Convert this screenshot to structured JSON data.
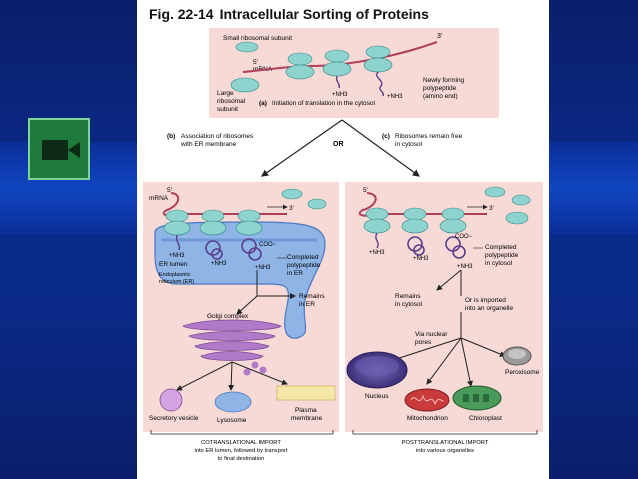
{
  "figure": {
    "number": "Fig. 22-14",
    "title": "Intracellular Sorting of Proteins"
  },
  "panel_a": {
    "small_subunit": "Small ribosomal subunit",
    "three_prime": "3′",
    "five_prime": "5′",
    "mrna": "mRNA",
    "nh3": "+NH3",
    "large_line1": "Large",
    "large_line2": "ribosomal",
    "large_line3": "subunit",
    "caption_letter": "(a)",
    "caption": "Initiation of translation in the cytosol",
    "poly_line1": "Newly forming",
    "poly_line2": "polypeptide",
    "poly_line3": "(amino end)"
  },
  "branch": {
    "b_letter": "(b)",
    "b_line1": "Association of ribosomes",
    "b_line2": "with ER membrane",
    "or": "OR",
    "c_letter": "(c)",
    "c_line1": "Ribosomes remain free",
    "c_line2": "in cytosol"
  },
  "panel_b": {
    "five_prime": "5′",
    "mrna": "mRNA",
    "three_prime": "3′",
    "nh3": "+NH3",
    "coo": "COO−",
    "er_lumen": "ER lumen",
    "er_line1": "Endoplasmic",
    "er_line2": "reticulum (ER)",
    "completed_line1": "Completed",
    "completed_line2": "polypeptide",
    "completed_line3": "in ER",
    "remains_line1": "Remains",
    "remains_line2": "in ER",
    "golgi": "Golgi complex",
    "secretory": "Secretory vesicle",
    "lysosome": "Lysosome",
    "plasma_line1": "Plasma",
    "plasma_line2": "membrane",
    "footer_line1": "COTRANSLATIONAL IMPORT",
    "footer_line2": "into ER lumen, followed by transport",
    "footer_line3": "to final destination"
  },
  "panel_c": {
    "five_prime": "5′",
    "three_prime": "3′",
    "nh3": "+NH3",
    "coo": "COO−",
    "completed_line1": "Completed",
    "completed_line2": "polypeptide",
    "completed_line3": "in cytosol",
    "remains_line1": "Remains",
    "remains_line2": "in cytosol",
    "imported_line1": "Or is imported",
    "imported_line2": "into an organelle",
    "nuclear_line1": "Via nuclear",
    "nuclear_line2": "pores",
    "peroxisome": "Peroxisome",
    "nucleus": "Nucleus",
    "mitochondrion": "Mitochondrion",
    "chloroplast": "Chloroplast",
    "footer_line1": "POSTTRANSLATIONAL IMPORT",
    "footer_line2": "into various organelles"
  },
  "colors": {
    "ribosome": "#8fd3cf",
    "ribosome_stroke": "#2f8c88",
    "mrna": "#b0405a",
    "er": "#8fb4e6",
    "golgi": "#b07ac8",
    "panel_bg": "#f7d9d6"
  }
}
